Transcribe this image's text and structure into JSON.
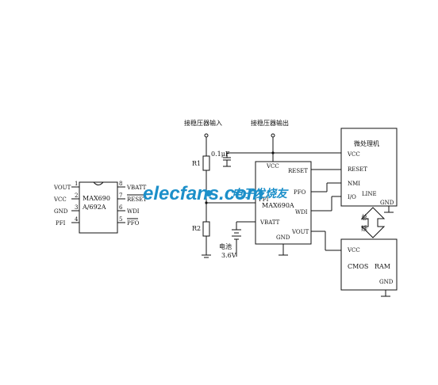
{
  "chip": {
    "part_top": "MAX690",
    "part_bottom": "A/692A",
    "pins_left": [
      {
        "num": "1",
        "label": "VOUT"
      },
      {
        "num": "2",
        "label": "VCC"
      },
      {
        "num": "3",
        "label": "GND"
      },
      {
        "num": "4",
        "label": "PFI"
      }
    ],
    "pins_right": [
      {
        "num": "8",
        "label": "VBATT"
      },
      {
        "num": "7",
        "label": "RESET"
      },
      {
        "num": "6",
        "label": "WDI"
      },
      {
        "num": "5",
        "label": "PFO"
      }
    ]
  },
  "inputs": {
    "unregulated": "接稳压器输入",
    "regulated": "接稳压器输出"
  },
  "resistors": {
    "r1": "R1",
    "r2": "R2"
  },
  "capacitor": "0.1μF",
  "battery": {
    "label": "电池",
    "voltage": "3.6V"
  },
  "supervisor": {
    "part": "MAX690A",
    "vcc": "VCC",
    "reset": "RESET",
    "pfo": "PFO",
    "pfi": "PFI",
    "wdi": "WDI",
    "vbatt": "VBATT",
    "vout": "VOUT",
    "gnd": "GND"
  },
  "cpu": {
    "title": "微处理机",
    "vcc": "VCC",
    "reset": "RESET",
    "nmi": "NMI",
    "io": "I/O",
    "line": "LINE",
    "gnd": "GND"
  },
  "bus_label": [
    "总",
    "线"
  ],
  "ram": {
    "vcc": "VCC",
    "cmos": "CMOS",
    "ram": "RAM",
    "gnd": "GND"
  },
  "watermark": {
    "site": "elecfans.com",
    "cn": "电子发烧友"
  }
}
